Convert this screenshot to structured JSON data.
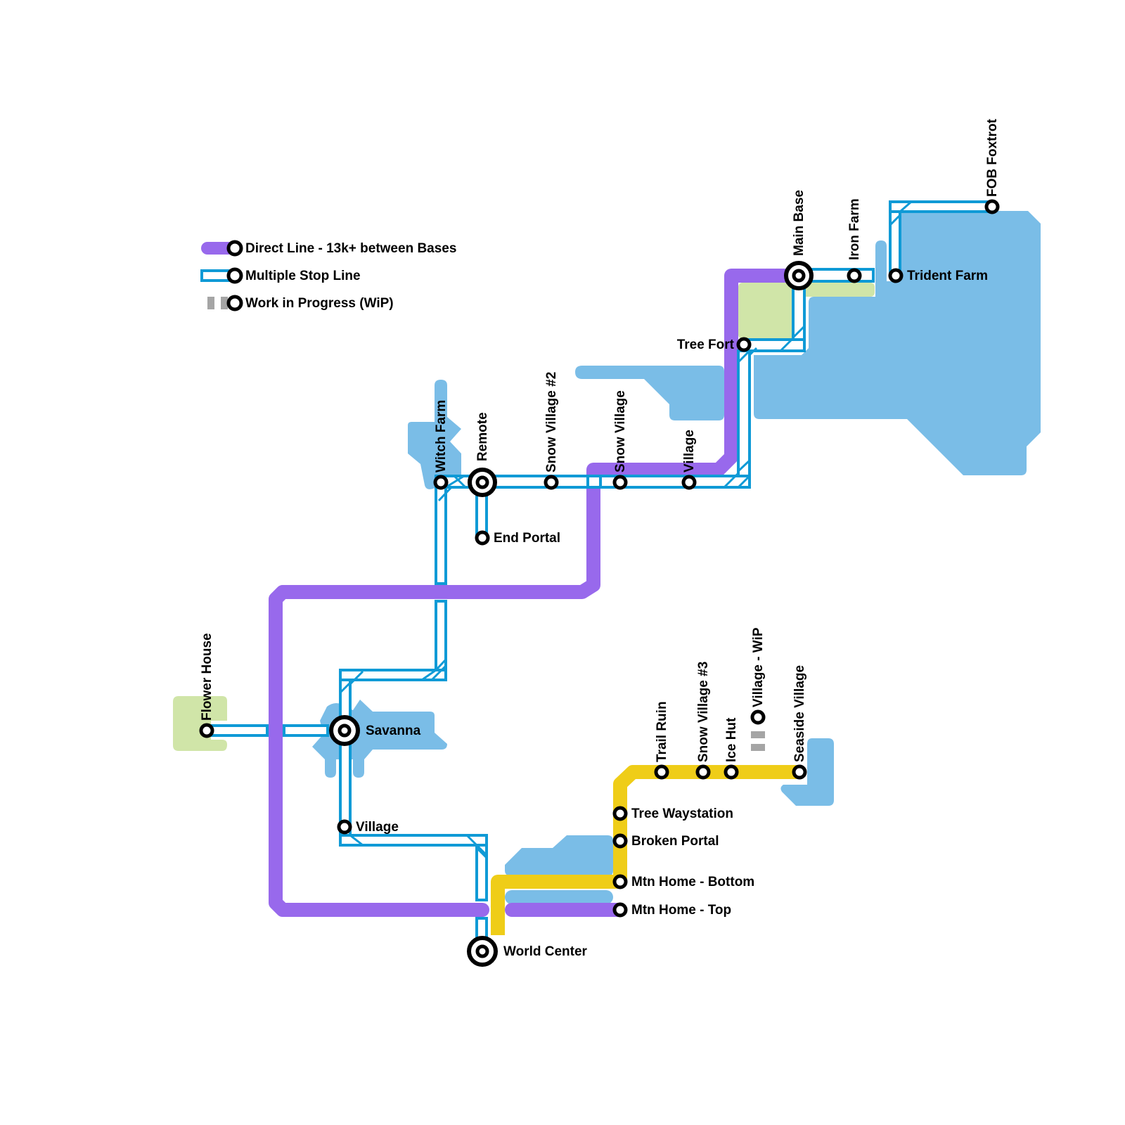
{
  "colors": {
    "direct": "#9869ec",
    "multi": "#0f9ad6",
    "yellow": "#efcd18",
    "water": "#7abde7",
    "land": "#d0e5a8",
    "wip": "#a5a5a5",
    "station": "#000000"
  },
  "legend": [
    {
      "type": "direct",
      "label": "Direct Line - 13k+ between Bases"
    },
    {
      "type": "multi",
      "label": "Multiple Stop Line"
    },
    {
      "type": "wip",
      "label": "Work in Progress (WiP)"
    }
  ],
  "stations": {
    "main_base": "Main Base",
    "iron_farm": "Iron Farm",
    "trident_farm": "Trident Farm",
    "fob_foxtrot": "FOB Foxtrot",
    "tree_fort": "Tree Fort",
    "witch_farm": "Witch Farm",
    "remote": "Remote",
    "snow_village_2": "Snow Village #2",
    "snow_village": "Snow Village",
    "village_north": "Village",
    "end_portal": "End Portal",
    "flower_house": "Flower House",
    "savanna": "Savanna",
    "village_south": "Village",
    "world_center": "World Center",
    "trail_ruin": "Trail Ruin",
    "snow_village_3": "Snow Village #3",
    "ice_hut": "Ice Hut",
    "village_wip": "Village - WiP",
    "seaside_village": "Seaside Village",
    "tree_waystation": "Tree Waystation",
    "broken_portal": "Broken Portal",
    "mtn_home_bottom": "Mtn Home - Bottom",
    "mtn_home_top": "Mtn Home - Top"
  }
}
